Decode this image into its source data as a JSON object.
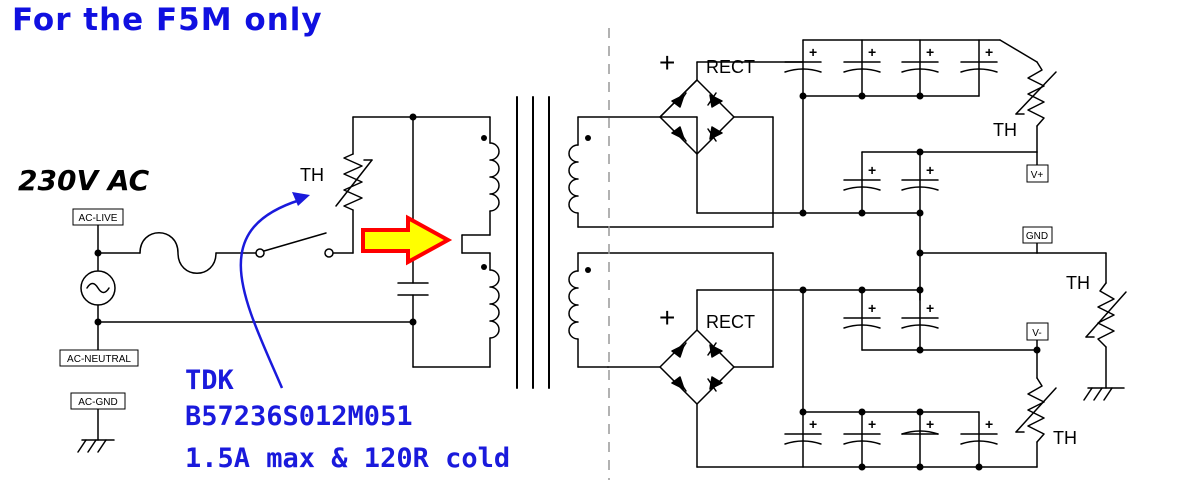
{
  "heading": {
    "text": "For the F5M only",
    "color": "#1010e0"
  },
  "input": {
    "voltage_label": "230V AC"
  },
  "terminals": {
    "ac_live": "AC-LIVE",
    "ac_neutral": "AC-NEUTRAL",
    "ac_gnd": "AC-GND",
    "v_plus": "V+",
    "gnd": "GND",
    "v_minus": "V-"
  },
  "component_labels": {
    "thermistor_primary": "TH",
    "thermistor_vplus": "TH",
    "thermistor_gnd": "TH",
    "thermistor_vminus": "TH",
    "rect_top": "RECT",
    "rect_bottom": "RECT",
    "plus_top": "+",
    "plus_bottom": "+",
    "cap_plus": "+"
  },
  "note": {
    "line1": "TDK",
    "line2": "B57236S012M051",
    "line3": "1.5A max & 120R cold",
    "color": "#1a1adc"
  },
  "colors": {
    "wire": "#000000",
    "arrow_fill": "#ffff00",
    "arrow_outline": "#ff0000",
    "pointer": "#1a1adc",
    "divider": "#999999"
  }
}
